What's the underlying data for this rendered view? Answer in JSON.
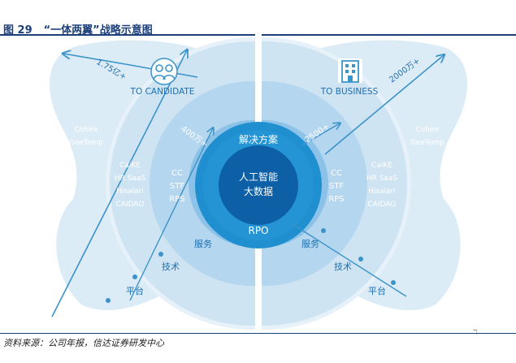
{
  "figure": {
    "number": "图 29",
    "title": "“一体两翼”战略示意图",
    "source": "资料来源：公司年报，信达证券研发中心"
  },
  "diagram": {
    "center": {
      "inner_line1": "人工智能",
      "inner_line2": "大数据",
      "top_label": "解决方案",
      "bottom_label": "RPO"
    },
    "left_wing": {
      "title": "TO CANDIDATE",
      "outer_arrow": "1.75亿+",
      "inner_arrow": "400万+",
      "ring1": [
        "CC",
        "STF",
        "RPS"
      ],
      "ring2": [
        "CaiKE",
        "HR SaaS",
        "Hisalari",
        "CAIDAO"
      ],
      "ring3": [
        "Cohire",
        "GeeTemp"
      ],
      "layers": [
        "服务",
        "技术",
        "平台"
      ]
    },
    "right_wing": {
      "title": "TO BUSINESS",
      "outer_arrow": "2000万+",
      "inner_arrow": "2500+",
      "ring1": [
        "CC",
        "STF",
        "RPS"
      ],
      "ring2": [
        "CaiKE",
        "HR SaaS",
        "Hisalari",
        "CAIDAO"
      ],
      "ring3": [
        "Cohire",
        "GeeTemp"
      ],
      "layers": [
        "服务",
        "技术",
        "平台"
      ]
    },
    "colors": {
      "wing_pale": "#dcecf7",
      "ring_outer": "#cfe4f3",
      "ring_mid": "#b4d6ef",
      "ring_inner": "#8cc2e7",
      "core_ring": "#1f8fd0",
      "core_inner": "#0d5fa6",
      "arrow": "#3b93c9"
    },
    "icons": [
      "person-group-icon",
      "building-icon"
    ],
    "stray_mark": "ℸ"
  }
}
